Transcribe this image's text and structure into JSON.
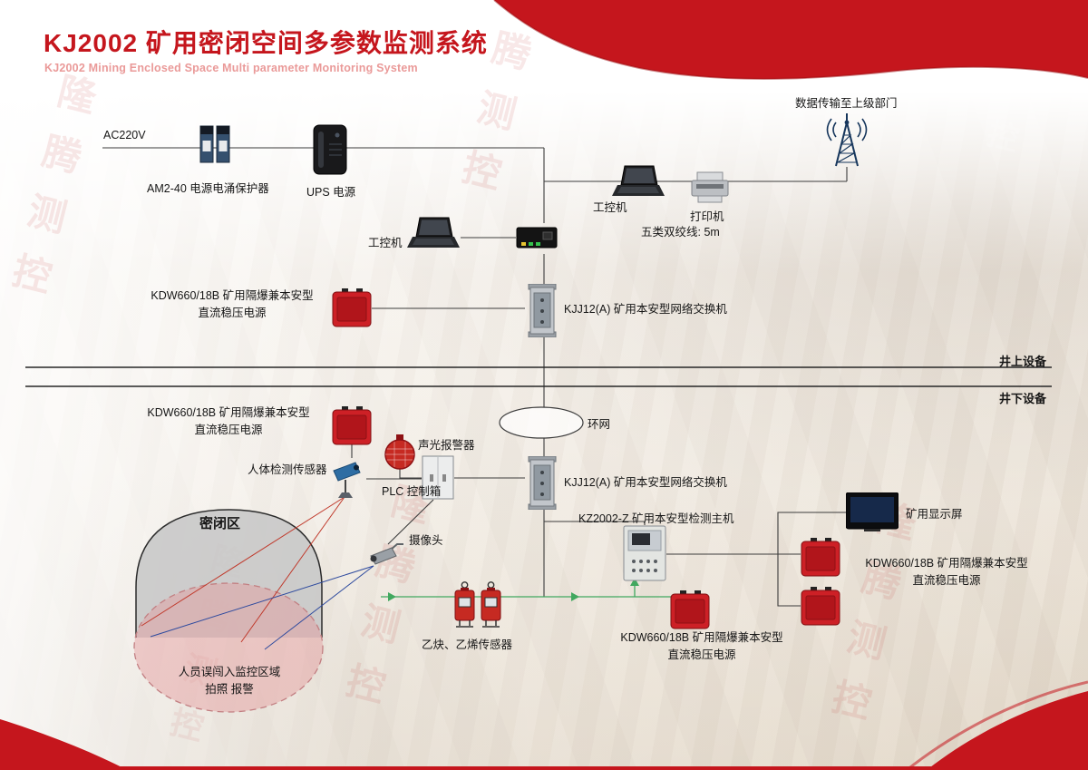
{
  "header": {
    "title": "KJ2002 矿用密闭空间多参数监测系统",
    "subtitle": "KJ2002 Mining Enclosed Space Multi parameter Monitoring System"
  },
  "watermark": "隆腾测控",
  "sections": {
    "surface": "井上设备",
    "underground": "井下设备"
  },
  "labels": {
    "ac220v": "AC220V",
    "surge_protector": "AM2-40 电源电涌保护器",
    "ups": "UPS 电源",
    "uplink": "数据传输至上级部门",
    "ipc": "工控机",
    "printer": "打印机",
    "cat5": "五类双绞线: 5m",
    "kdw_line1": "KDW660/18B 矿用隔爆兼本安型",
    "kdw_line2": "直流稳压电源",
    "switch": "KJJ12(A) 矿用本安型网络交换机",
    "ring": "环网",
    "alarm": "声光报警器",
    "human_sensor": "人体检测传感器",
    "plc": "PLC 控制箱",
    "host": "KZ2002-Z 矿用本安型检测主机",
    "display": "矿用显示屏",
    "camera": "摄像头",
    "gas_sensor": "乙炔、乙烯传感器",
    "enclosed_zone": "密闭区",
    "intrusion_line1": "人员误闯入监控区域",
    "intrusion_line2": "拍照 报警"
  }
}
